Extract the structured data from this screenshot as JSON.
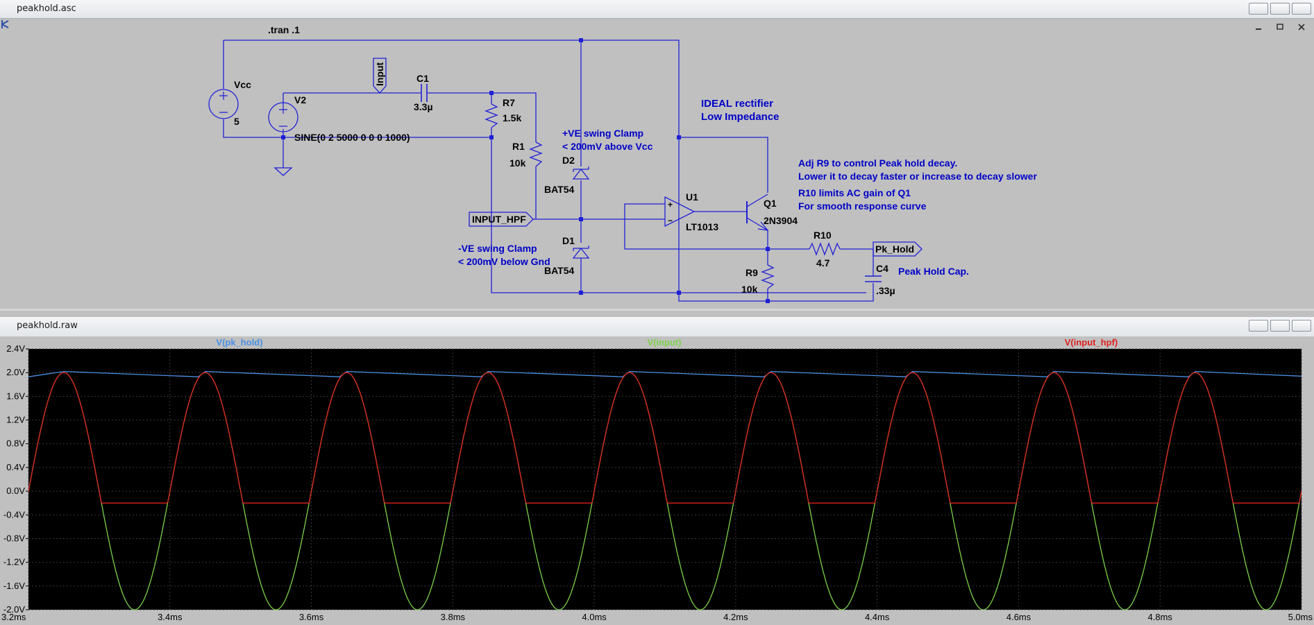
{
  "schematic": {
    "title": "peakhold.asc",
    "directive": ".tran .1",
    "components": {
      "vcc_name": "Vcc",
      "vcc_value": "5",
      "v2_name": "V2",
      "v2_value": "SINE(0 2 5000 0 0 0 1000)",
      "c1_name": "C1",
      "c1_value": "3.3µ",
      "r7_name": "R7",
      "r7_value": "1.5k",
      "r1_name": "R1",
      "r1_value": "10k",
      "d2_name": "D2",
      "d2_value": "BAT54",
      "d1_name": "D1",
      "d1_value": "BAT54",
      "u1_name": "U1",
      "u1_value": "LT1013",
      "q1_name": "Q1",
      "q1_value": "2N3904",
      "r10_name": "R10",
      "r10_value": "4.7",
      "r9_name": "R9",
      "r9_value": "10k",
      "c4_name": "C4",
      "c4_value": ".33µ"
    },
    "labels": {
      "input": "Input",
      "input_hpf": "INPUT_HPF",
      "pk_hold": "Pk_Hold"
    },
    "comments": {
      "pos_clamp_1": "+VE swing Clamp",
      "pos_clamp_2": "< 200mV above Vcc",
      "neg_clamp_1": "-VE swing Clamp",
      "neg_clamp_2": "< 200mV below Gnd",
      "ideal_1": "IDEAL rectifier",
      "ideal_2": "Low Impedance",
      "adj_1": "Adj R9 to control Peak hold decay.",
      "adj_2": "Lower it to decay faster or increase to decay slower",
      "r10_1": "R10 limits AC gain of Q1",
      "r10_2": "For smooth response curve",
      "peak_cap": "Peak Hold Cap."
    },
    "colors": {
      "background": "#c0c0c0",
      "wire": "#1f1fd6",
      "text": "#000000",
      "comment": "#0000c8"
    }
  },
  "waveform": {
    "title": "peakhold.raw",
    "colors": {
      "background": "#000000",
      "grid": "#3a3a3a",
      "axis_text": "#c8c8c8"
    }
  },
  "chart_data": {
    "type": "line",
    "x_unit": "ms",
    "xlim": [
      3.2,
      5.0
    ],
    "ylim": [
      -2.0,
      2.4
    ],
    "x_ticks": [
      "3.2ms",
      "3.4ms",
      "3.6ms",
      "3.8ms",
      "4.0ms",
      "4.2ms",
      "4.4ms",
      "4.6ms",
      "4.8ms",
      "5.0ms"
    ],
    "y_ticks": [
      "2.4V",
      "2.0V",
      "1.6V",
      "1.2V",
      "0.8V",
      "0.4V",
      "0.0V",
      "-0.4V",
      "-0.8V",
      "-1.2V",
      "-1.6V",
      "-2.0V"
    ],
    "grid": true,
    "series": [
      {
        "name": "V(pk_hold)",
        "color": "#4a90e2",
        "description_points": [
          [
            3.2,
            1.93
          ],
          [
            3.25,
            2.02
          ],
          [
            3.44,
            1.93
          ],
          [
            3.45,
            2.02
          ],
          [
            3.64,
            1.93
          ],
          [
            3.65,
            2.02
          ],
          [
            3.84,
            1.93
          ],
          [
            3.85,
            2.02
          ],
          [
            4.04,
            1.93
          ],
          [
            4.05,
            2.02
          ],
          [
            4.24,
            1.93
          ],
          [
            4.25,
            2.02
          ],
          [
            4.44,
            1.93
          ],
          [
            4.45,
            2.02
          ],
          [
            4.64,
            1.93
          ],
          [
            4.65,
            2.02
          ],
          [
            4.84,
            1.93
          ],
          [
            4.85,
            2.02
          ],
          [
            5.0,
            1.94
          ]
        ]
      },
      {
        "name": "V(input)",
        "color": "#7cd24a",
        "amplitude": 2.0,
        "frequency_khz": 5,
        "phase_deg": 0
      },
      {
        "name": "V(input_hpf)",
        "color": "#e02020",
        "amplitude": 2.0,
        "frequency_khz": 5,
        "clamp_min": -0.2
      }
    ]
  }
}
